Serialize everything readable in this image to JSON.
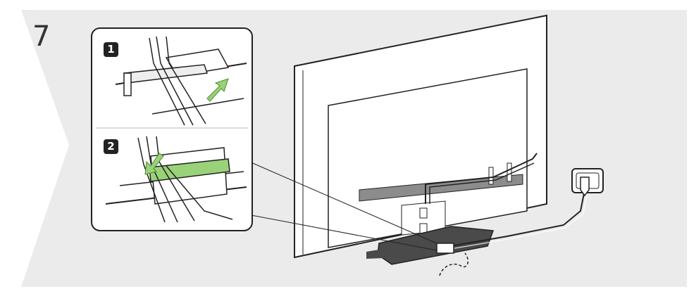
{
  "step": {
    "number": "7"
  },
  "callouts": [
    {
      "badge": "1"
    },
    {
      "badge": "2"
    }
  ],
  "colors": {
    "background": "#ebebeb",
    "chevron": "#ffffff",
    "accent_green": "#9ad27a",
    "outline": "#222222",
    "stand": "#4a4a4a",
    "soundbar": "#8c8c8c"
  }
}
